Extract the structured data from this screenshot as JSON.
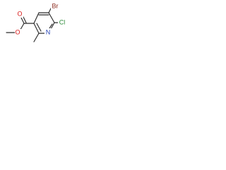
{
  "molecule": {
    "atom_labels": {
      "bromine": "Br",
      "chlorine": "Cl",
      "ring_nitrogen": "N",
      "carbonyl_oxygen": "O",
      "ester_oxygen": "O"
    },
    "colors": {
      "bond": "#2b2b2b",
      "bromine": "#8b2a1d",
      "chlorine": "#2e8b3a",
      "nitrogen": "#2341b5",
      "oxygen": "#d81c1c"
    }
  }
}
